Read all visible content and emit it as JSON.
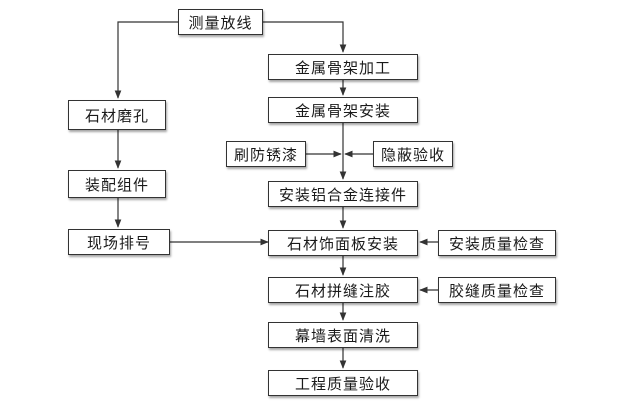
{
  "flowchart": {
    "nodes": {
      "survey": "测量放线",
      "frame_processing": "金属骨架加工",
      "frame_install": "金属骨架安装",
      "anti_rust": "刷防锈漆",
      "hidden_inspection": "隐蔽验收",
      "connector_install": "安装铝合金连接件",
      "stone_drilling": "石材磨孔",
      "assembly": "装配组件",
      "site_numbering": "现场排号",
      "panel_install": "石材饰面板安装",
      "install_inspection": "安装质量检查",
      "joint_sealing": "石材拼缝注胶",
      "sealant_inspection": "胶缝质量检查",
      "surface_cleaning": "幕墙表面清洗",
      "final_acceptance": "工程质量验收"
    }
  }
}
